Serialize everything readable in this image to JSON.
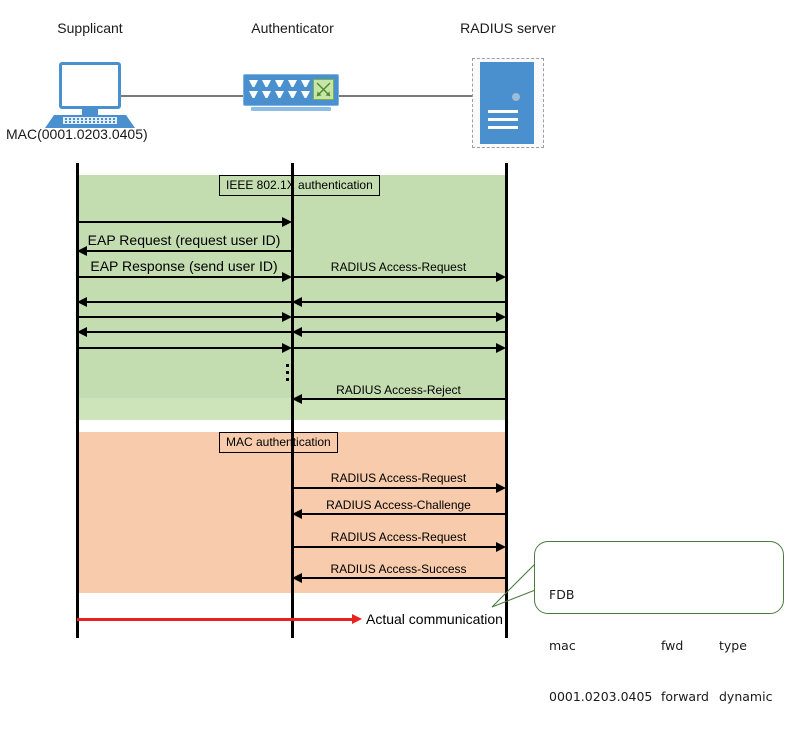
{
  "diagram": {
    "title": "IEEE 802.1X and MAC authentication sequence",
    "colors": {
      "phase1_band": "#c3ddb0",
      "phase2_band": "#f7cbab",
      "device_blue": "#4a90cf",
      "actual_comm_red": "#e8231f",
      "callout_border": "#4a7a3f",
      "wire_gray": "#7a7a7a"
    }
  },
  "actors": [
    {
      "id": "supplicant",
      "label": "Supplicant",
      "icon": "desktop-computer-icon"
    },
    {
      "id": "authenticator",
      "label": "Authenticator",
      "icon": "network-switch-icon"
    },
    {
      "id": "radius",
      "label": "RADIUS server",
      "icon": "server-tower-icon"
    }
  ],
  "supplicant_mac_caption": "MAC(0001.0203.0405)",
  "phases": [
    {
      "id": "phase-8021x",
      "label": "IEEE 802.1X authentication"
    },
    {
      "id": "phase-mac",
      "label": "MAC authentication"
    }
  ],
  "messages": [
    {
      "id": "m1",
      "phase": "phase-8021x",
      "label": "",
      "span": "supplicant-authenticator",
      "direction": "right"
    },
    {
      "id": "m2",
      "phase": "phase-8021x",
      "label": "EAP Request (request user ID)",
      "span": "supplicant-authenticator",
      "direction": "left"
    },
    {
      "id": "m3",
      "phase": "phase-8021x",
      "label": "EAP Response (send user ID)",
      "span": "supplicant-authenticator",
      "direction": "right"
    },
    {
      "id": "m4",
      "phase": "phase-8021x",
      "label": "RADIUS Access-Request",
      "span": "authenticator-radius",
      "direction": "right"
    },
    {
      "id": "m5",
      "phase": "phase-8021x",
      "label": "",
      "span": "supplicant-authenticator",
      "direction": "left"
    },
    {
      "id": "m6",
      "phase": "phase-8021x",
      "label": "",
      "span": "authenticator-radius",
      "direction": "left"
    },
    {
      "id": "m7",
      "phase": "phase-8021x",
      "label": "",
      "span": "supplicant-authenticator",
      "direction": "right"
    },
    {
      "id": "m8",
      "phase": "phase-8021x",
      "label": "",
      "span": "authenticator-radius",
      "direction": "right"
    },
    {
      "id": "m9",
      "phase": "phase-8021x",
      "label": "",
      "span": "supplicant-authenticator",
      "direction": "left"
    },
    {
      "id": "m10",
      "phase": "phase-8021x",
      "label": "",
      "span": "authenticator-radius",
      "direction": "left"
    },
    {
      "id": "m11",
      "phase": "phase-8021x",
      "label": "",
      "span": "supplicant-authenticator",
      "direction": "right"
    },
    {
      "id": "m12",
      "phase": "phase-8021x",
      "label": "",
      "span": "authenticator-radius",
      "direction": "right"
    },
    {
      "id": "m13",
      "phase": "phase-8021x",
      "label": "RADIUS Access-Reject",
      "span": "authenticator-radius",
      "direction": "left"
    },
    {
      "id": "m14",
      "phase": "phase-mac",
      "label": "RADIUS Access-Request",
      "span": "authenticator-radius",
      "direction": "right"
    },
    {
      "id": "m15",
      "phase": "phase-mac",
      "label": "RADIUS Access-Challenge",
      "span": "authenticator-radius",
      "direction": "left"
    },
    {
      "id": "m16",
      "phase": "phase-mac",
      "label": "RADIUS Access-Request",
      "span": "authenticator-radius",
      "direction": "right"
    },
    {
      "id": "m17",
      "phase": "phase-mac",
      "label": "RADIUS Access-Success",
      "span": "authenticator-radius",
      "direction": "left"
    }
  ],
  "continuation_marker": "vertical-ellipsis",
  "actual_communication": {
    "label": "Actual communication"
  },
  "fdb_callout": {
    "title": "FDB",
    "headers": {
      "mac": "mac",
      "fwd": "fwd",
      "type": "type"
    },
    "row": {
      "mac": "0001.0203.0405",
      "fwd": "forward",
      "type": "dynamic"
    }
  }
}
